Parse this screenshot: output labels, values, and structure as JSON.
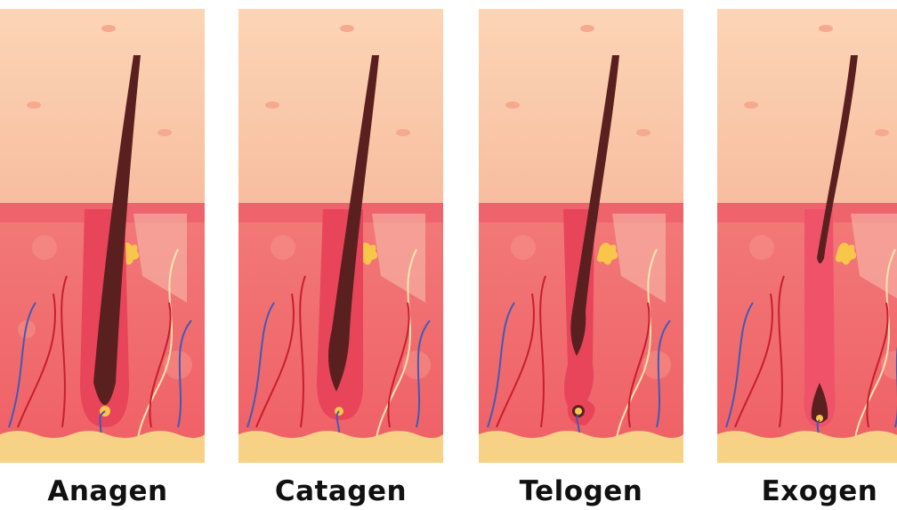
{
  "stages": [
    {
      "label": "Anagen"
    },
    {
      "label": "Catagen"
    },
    {
      "label": "Telogen"
    },
    {
      "label": "Exogen"
    }
  ],
  "colors": {
    "epidermis_top": "#fbd0b0",
    "epidermis_bottom": "#f7b99d",
    "dermis": "#f26b6b",
    "dermis_light": "#f58a84",
    "follicle": "#e8445a",
    "hair": "#5a2020",
    "fat": "#f6d186",
    "vein": "#3f5bb5",
    "artery": "#c81e2e",
    "gland": "#f7c64a"
  }
}
